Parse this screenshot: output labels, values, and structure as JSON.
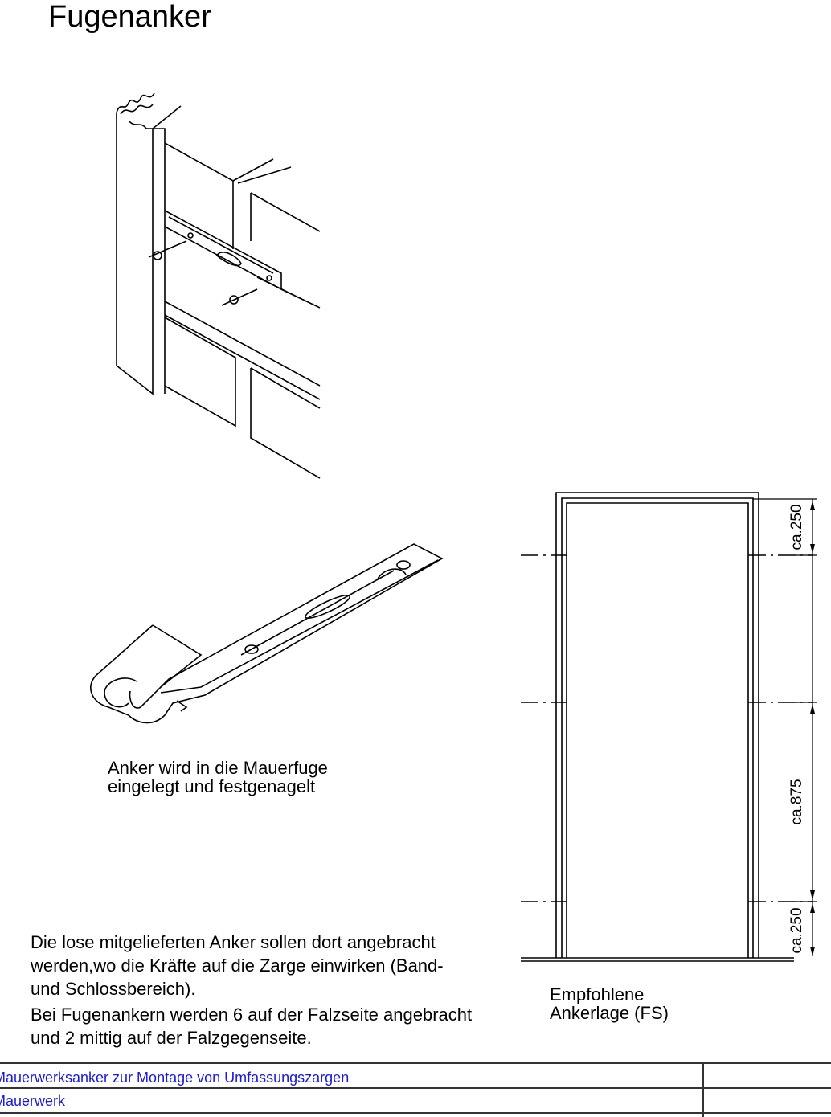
{
  "title": "Fugenanker",
  "caption": {
    "line1": "Anker wird in die Mauerfuge",
    "line2": "eingelegt und festgenagelt"
  },
  "paragraph": {
    "line1": "Die lose mitgelieferten Anker sollen dort angebracht",
    "line2": "werden,wo die Kräfte auf die Zarge einwirken (Band-",
    "line3": "und Schlossbereich).",
    "line4": "Bei Fugenankern werden 6 auf der Falzseite angebracht",
    "line5": "und 2 mittig auf der Falzgegenseite."
  },
  "frame_diagram": {
    "label_line1": "Empfohlene",
    "label_line2": "Ankerlage (FS)",
    "dimensions": [
      "ca.250",
      "ca.875",
      "ca.250"
    ]
  },
  "title_block": {
    "row1": "Mauerwerksanker zur Montage von Umfassungszargen",
    "row2": "Mauerwerk",
    "text_color": "#1a1adb"
  }
}
